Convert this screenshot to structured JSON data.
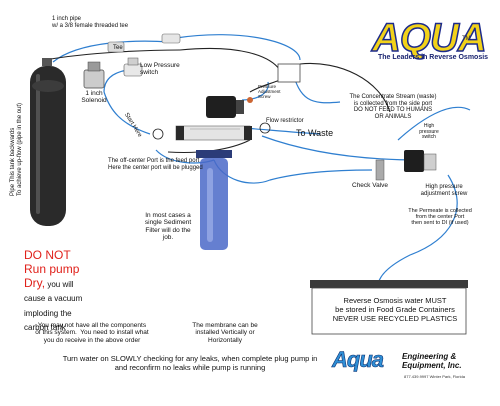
{
  "logo": {
    "brand": "AQUA",
    "mark": "TM",
    "tagline": "The Leaders in Reverse Osmosis"
  },
  "labels": {
    "tee": "1 inch pipe\nw/ a 3/8 female threaded tee",
    "tee_part": "Tee",
    "low_pressure": "Low Pressure\nswitch",
    "solenoid": "1 inch\nSolenoid",
    "pipe_note": "Pipe This tank backwards\nTo achieve up-flow (pipe in the out)",
    "pressure_adj": "Pressure\nAdjustment\nScrew",
    "concentrate": "The Concentrate Stream (waste)\nis collected from the side port\nDO NOT FEED TO HUMANS\nOR ANIMALS",
    "flow_restrictor": "Flow restrictor",
    "to_waste": "To Waste",
    "start_here": "Start Here",
    "off_center": "The off-center Port is the feed port\nHere the center port will be plugged",
    "check_valve": "Check Valve",
    "high_switch": "High\npressure\nswitch",
    "high_adj": "High pressure\nadjustment screw",
    "permeate": "The Permeate is collected\nfrom the center Port\nthen sent to DI (if used)",
    "sediment": "In most cases a\nsingle Sediment\nFilter will do the\njob.",
    "components": "You may not have all the components\nof this system.  You need to install what\nyou do receive in the above order",
    "membrane": "The membrane can be\ninstalled Vertically or\nHorizontally"
  },
  "warning": {
    "line1": "DO NOT",
    "line2": "Run pump",
    "line3": "Dry,",
    "rest": " you will\ncause a vacuum\nimploding the\ncarbon tank"
  },
  "ro_note": "Reverse Osmosis water MUST\nbe stored in Food Grade Containers\nNEVER USE RECYCLED PLASTICS",
  "bottom_note": "Turn water on SLOWLY checking for any leaks, when complete plug pump in\nand reconfirm no leaks while pump is running",
  "footer_logo": {
    "aqua": "Aqua",
    "name": "Engineering &\nEquipment, Inc.",
    "address": "877.439.9997  Winter Park, Florida"
  },
  "colors": {
    "water_line": "#2f7fd0",
    "logo_yellow": "#f2d21a",
    "logo_blue": "#1c2a8c",
    "warning_red": "#e0211b",
    "tank": "#2a2a2a",
    "filter_blue": "#4a68c8"
  }
}
